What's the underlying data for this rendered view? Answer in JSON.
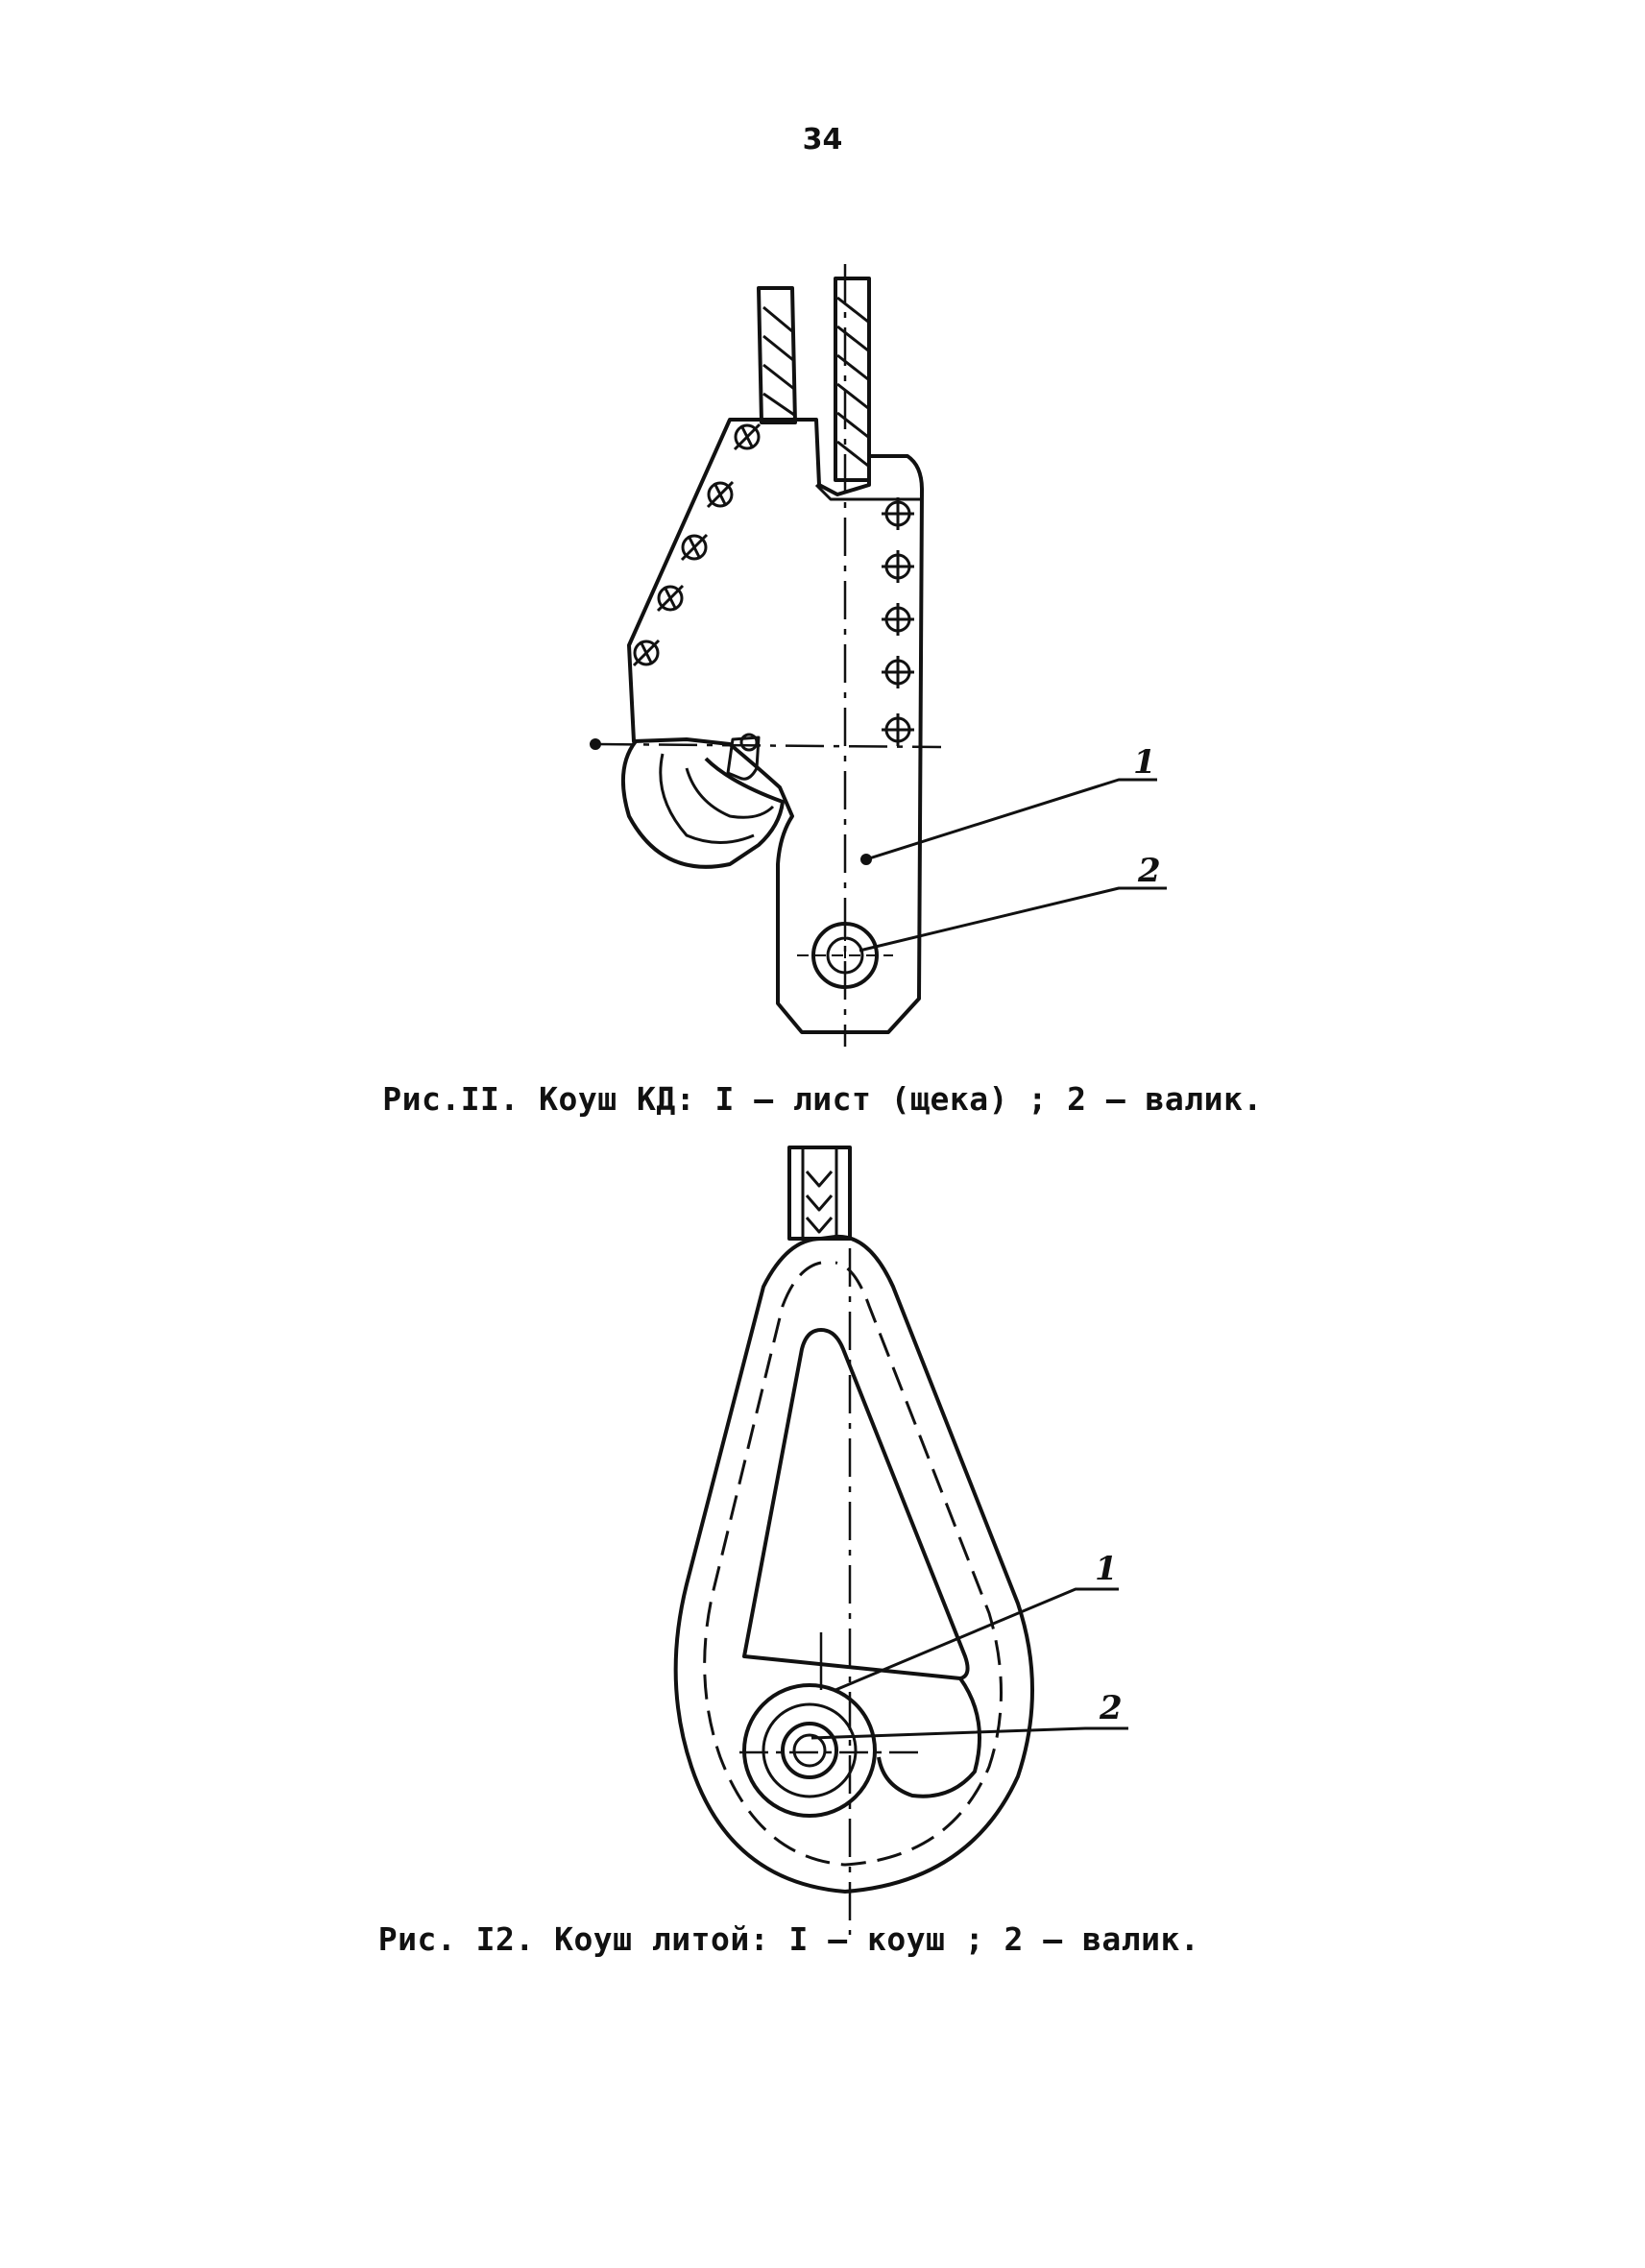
{
  "page": {
    "number": "34"
  },
  "figure11": {
    "caption": "Рис.II. Коуш КД: I – лист (щека) ; 2 – валик.",
    "callouts": [
      "1",
      "2"
    ]
  },
  "figure12": {
    "caption": "Рис. I2. Коуш литой: I – коуш ; 2 – валик.",
    "callouts": [
      "1",
      "2"
    ]
  }
}
